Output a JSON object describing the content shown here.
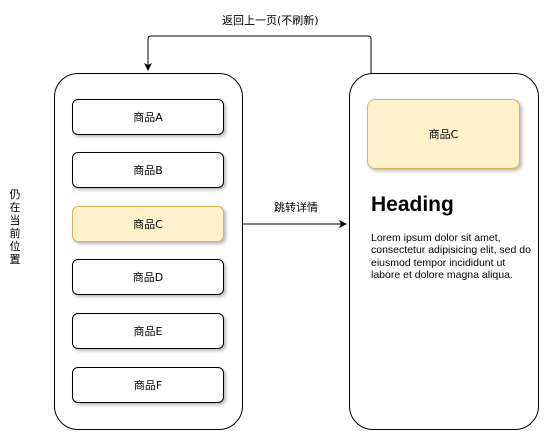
{
  "back_link": {
    "label": "返回上一页(不刷新)"
  },
  "jump_link": {
    "label": "跳转详情"
  },
  "side_note": "仍在当前位置",
  "list_screen": {
    "items": [
      {
        "label": "商品A",
        "selected": false
      },
      {
        "label": "商品B",
        "selected": false
      },
      {
        "label": "商品C",
        "selected": true
      },
      {
        "label": "商品D",
        "selected": false
      },
      {
        "label": "商品E",
        "selected": false
      },
      {
        "label": "商品F",
        "selected": false
      }
    ]
  },
  "detail_screen": {
    "card_label": "商品C",
    "heading": "Heading",
    "body": "Lorem ipsum dolor sit amet, consectetur adipisicing elit, sed do eiusmod tempor incididunt ut labore et dolore magna aliqua."
  },
  "colors": {
    "selected_fill": "#fff2cc",
    "selected_stroke": "#d6b656",
    "line": "#000000"
  }
}
